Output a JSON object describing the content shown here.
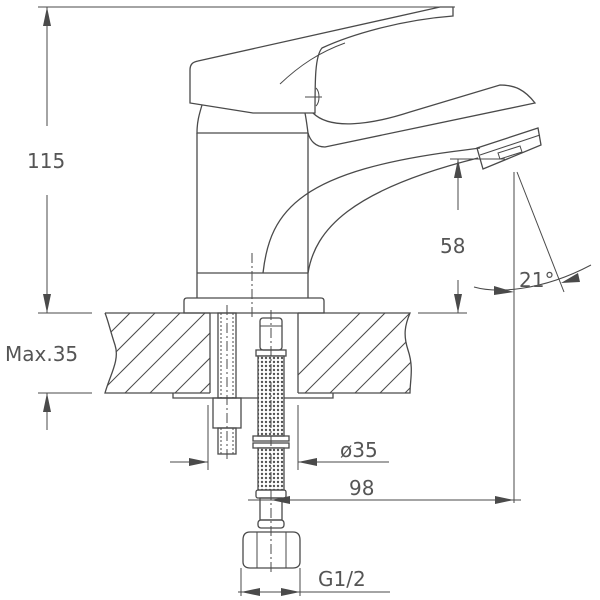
{
  "drawing": {
    "title": "Basin mixer faucet technical dimension drawing",
    "line_color": "#4a4a4a",
    "text_color": "#555555",
    "background": "#ffffff"
  },
  "dimensions": {
    "total_height": "115",
    "spout_height": "58",
    "spray_angle": "21°",
    "max_counter_thickness": "Max.35",
    "hole_diameter": "ø35",
    "spout_reach": "98",
    "thread": "G1/2"
  }
}
